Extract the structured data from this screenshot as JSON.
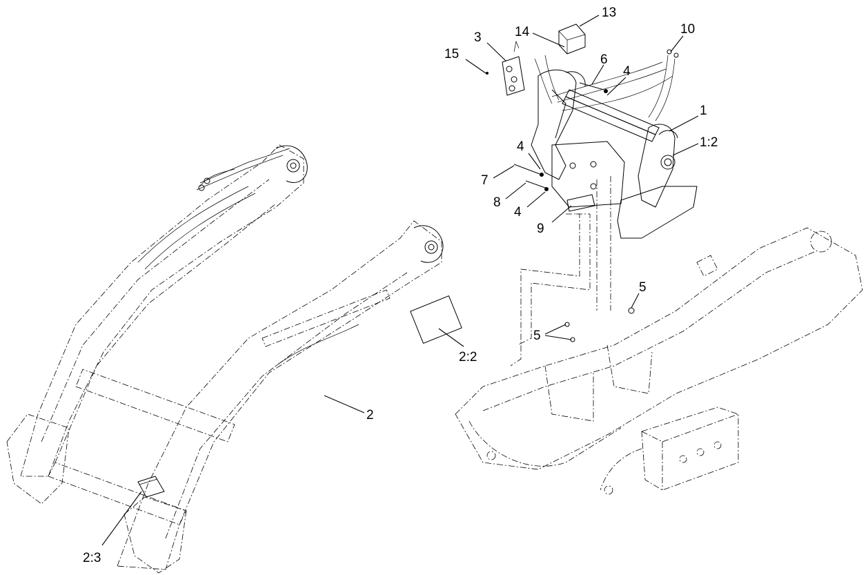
{
  "callouts": {
    "c1": "1",
    "c1_2": "1:2",
    "c2": "2",
    "c2_2": "2:2",
    "c2_3": "2:3",
    "c3": "3",
    "c4a": "4",
    "c4b": "4",
    "c4c": "4",
    "c5a": "5",
    "c5b": "5",
    "c6": "6",
    "c7": "7",
    "c8": "8",
    "c9": "9",
    "c10": "10",
    "c13": "13",
    "c14": "14",
    "c15": "15"
  }
}
